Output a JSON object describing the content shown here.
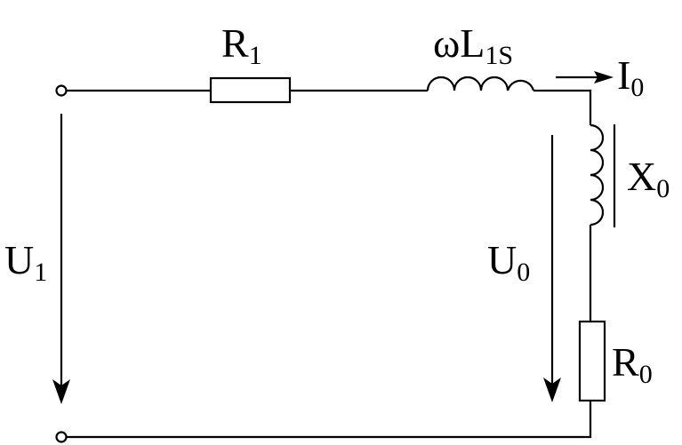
{
  "diagram": {
    "type": "equivalent-circuit",
    "components": {
      "r1": {
        "main": "R",
        "sub": "1"
      },
      "l1s": {
        "main": "ωL",
        "sub": "1S"
      },
      "x0": {
        "main": "X",
        "sub": "0"
      },
      "r0": {
        "main": "R",
        "sub": "0"
      }
    },
    "current": {
      "main": "I",
      "sub": "0"
    },
    "voltages": {
      "u1": {
        "main": "U",
        "sub": "1"
      },
      "u0": {
        "main": "U",
        "sub": "0"
      }
    },
    "colors": {
      "line": "#000000",
      "background": "#ffffff"
    }
  }
}
